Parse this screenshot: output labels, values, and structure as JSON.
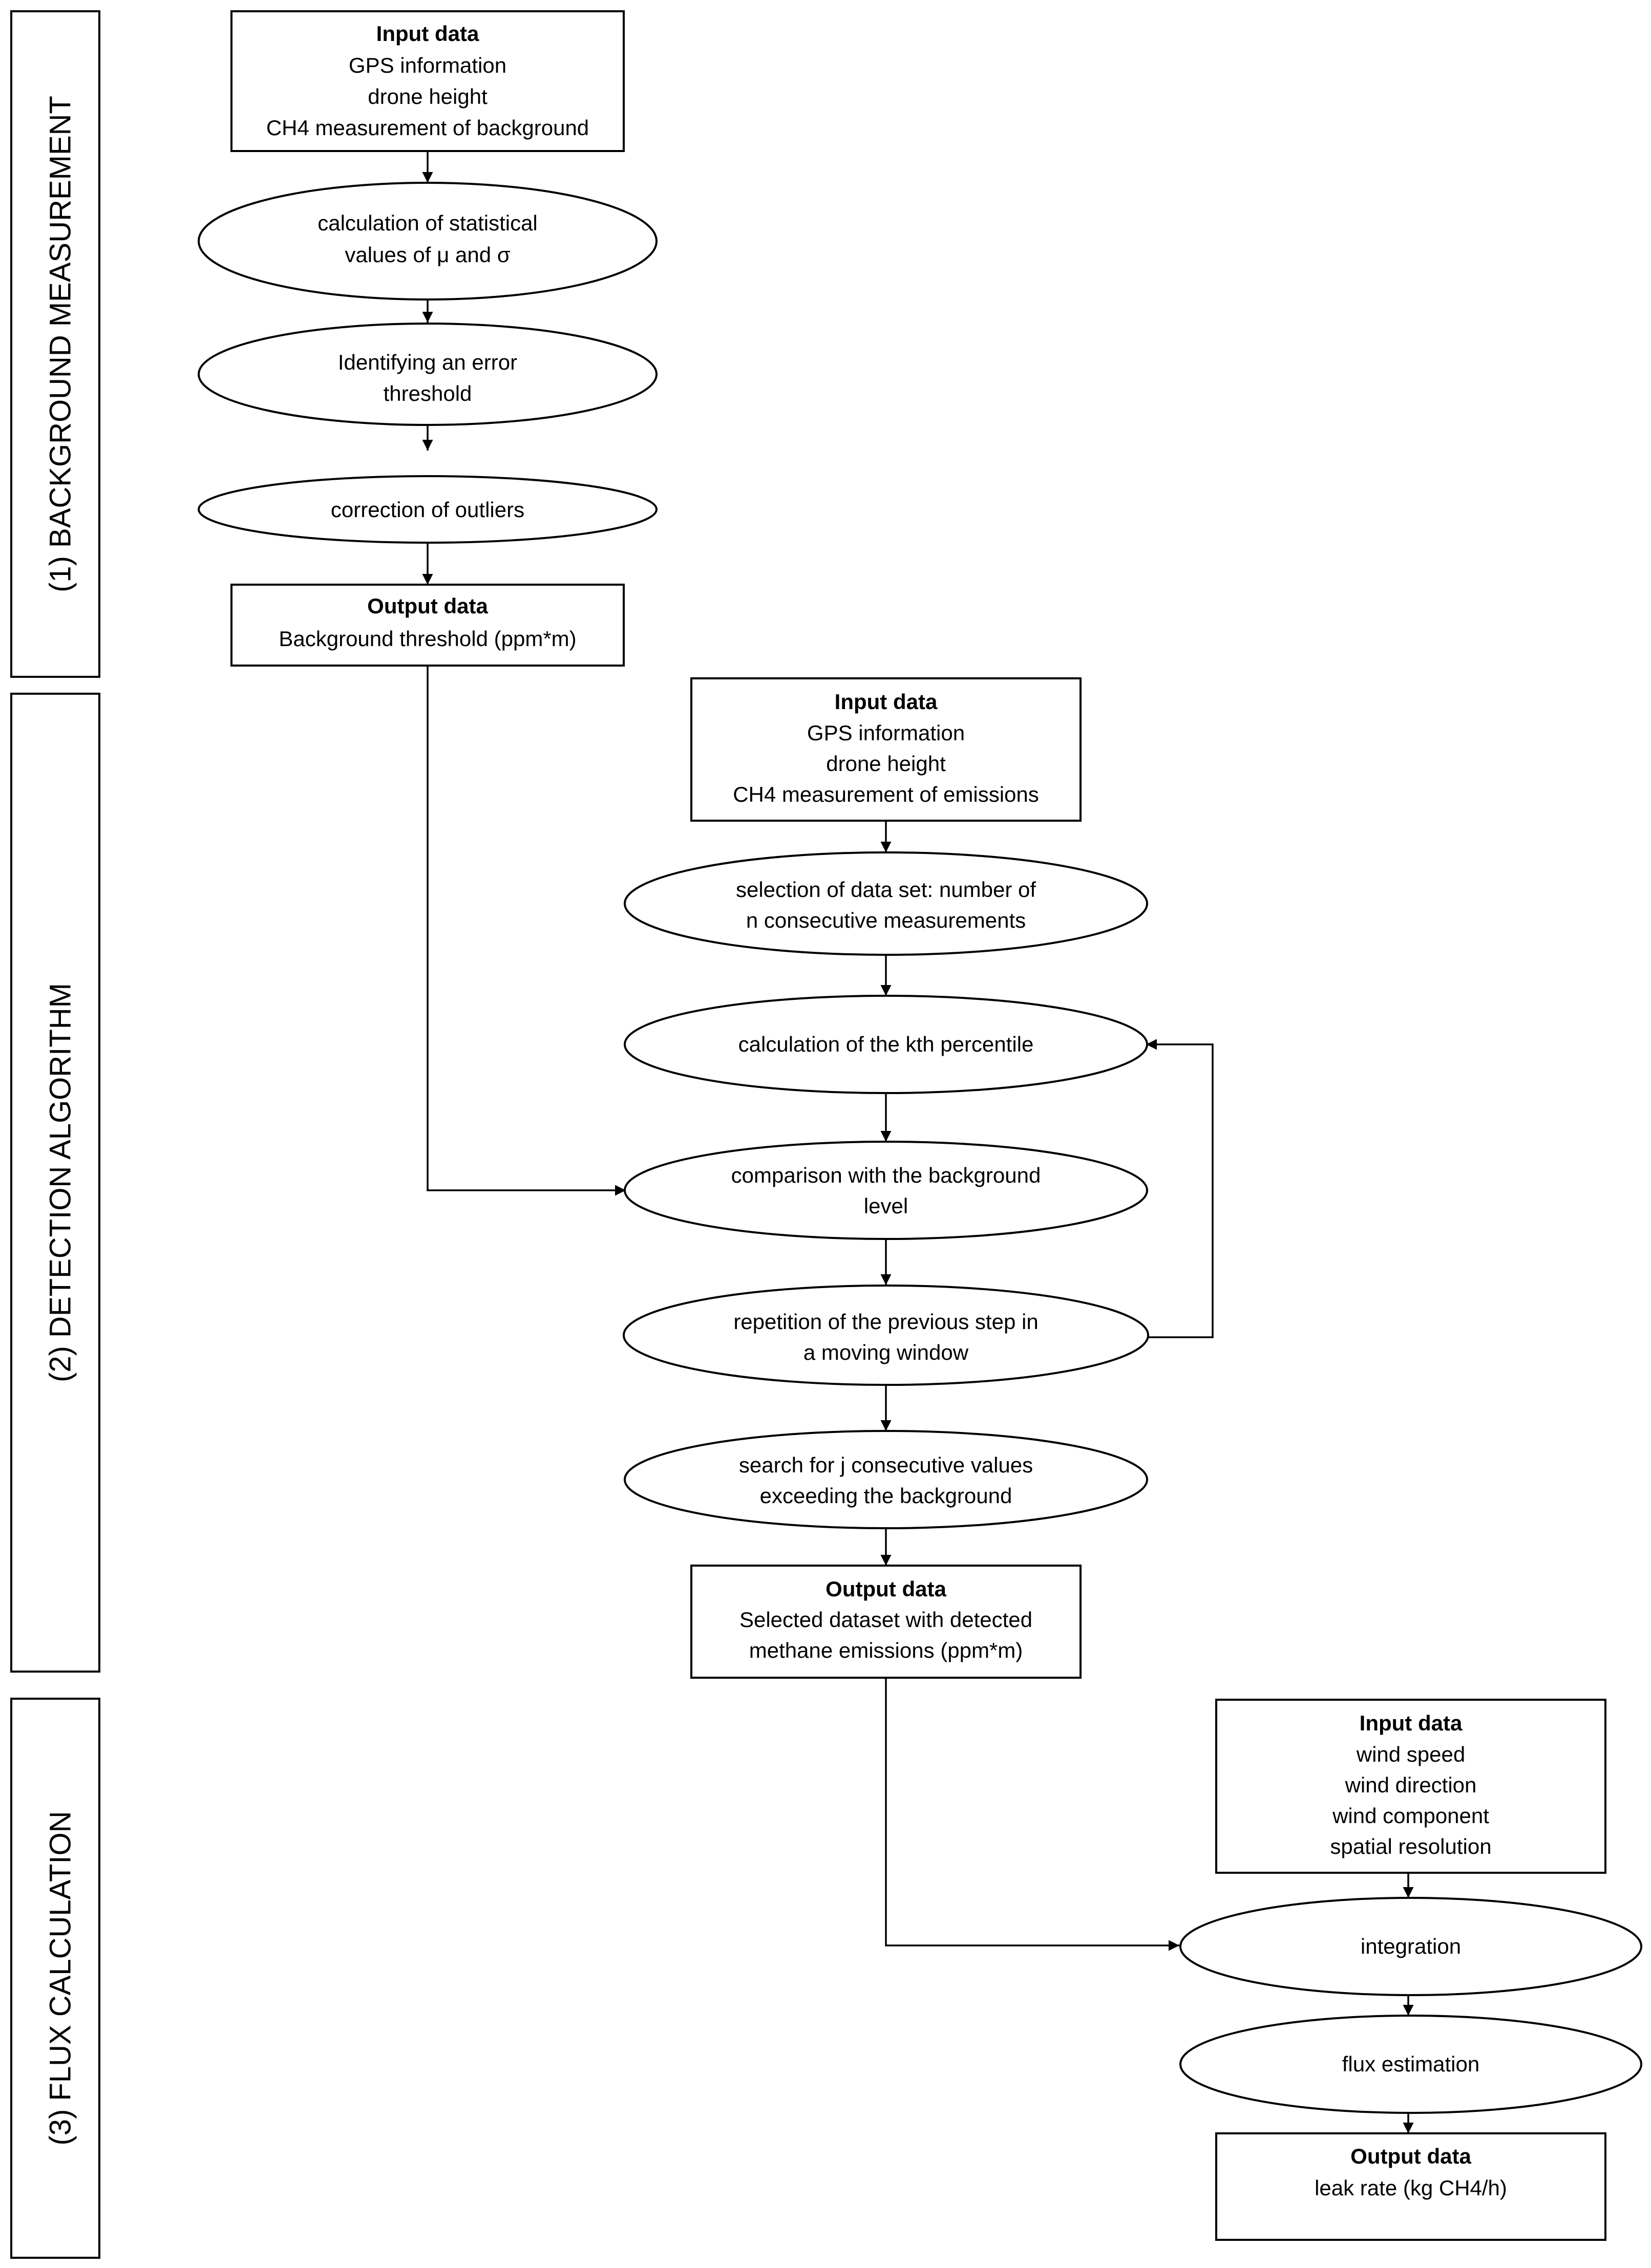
{
  "sections": [
    {
      "label": "(1) BACKGROUND MEASUREMENT"
    },
    {
      "label": "(2) DETECTION ALGORITHM"
    },
    {
      "label": "(3) FLUX CALCULATION"
    }
  ],
  "background": {
    "input": {
      "title": "Input data",
      "lines": [
        "GPS information",
        "drone height",
        "CH4 measurement of background"
      ]
    },
    "steps": [
      {
        "lines": [
          "calculation of statistical",
          "values of μ and σ"
        ]
      },
      {
        "lines": [
          "Identifying an error",
          "threshold"
        ]
      },
      {
        "lines": [
          "correction of outliers"
        ]
      }
    ],
    "output": {
      "title": "Output data",
      "lines": [
        "Background threshold (ppm*m)"
      ]
    }
  },
  "detection": {
    "input": {
      "title": "Input data",
      "lines": [
        "GPS information",
        "drone height",
        "CH4 measurement of emissions"
      ]
    },
    "steps": [
      {
        "lines": [
          "selection of data set: number of",
          "n consecutive measurements"
        ]
      },
      {
        "lines": [
          "calculation of the kth percentile"
        ]
      },
      {
        "lines": [
          "comparison with the background",
          "level"
        ]
      },
      {
        "lines": [
          "repetition of the previous step in",
          "a moving window"
        ]
      },
      {
        "lines": [
          "search for j consecutive values",
          "exceeding the background"
        ]
      }
    ],
    "output": {
      "title": "Output data",
      "lines": [
        "Selected dataset with detected",
        "methane emissions (ppm*m)"
      ]
    }
  },
  "flux": {
    "input": {
      "title": "Input data",
      "lines": [
        "wind speed",
        "wind direction",
        "wind component",
        "spatial resolution"
      ]
    },
    "steps": [
      {
        "lines": [
          "integration"
        ]
      },
      {
        "lines": [
          "flux estimation"
        ]
      }
    ],
    "output": {
      "title": "Output data",
      "lines": [
        "leak rate (kg CH4/h)"
      ]
    }
  }
}
